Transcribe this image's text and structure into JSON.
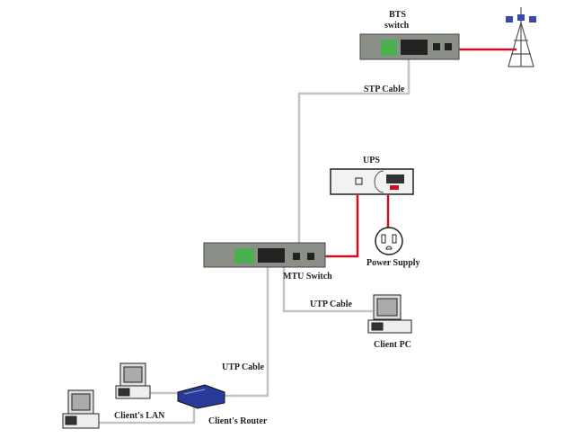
{
  "nodes": {
    "bts_switch": {
      "label_line1": "BTS",
      "label_line2": "switch"
    },
    "ups": {
      "label": "UPS"
    },
    "power_supply": {
      "label": "Power Supply"
    },
    "mtu_switch": {
      "label": "MTU Switch"
    },
    "client_pc": {
      "label": "Client PC"
    },
    "client_router": {
      "label": "Client's Router"
    },
    "client_lan": {
      "label": "Client's LAN"
    }
  },
  "links": {
    "stp_cable": {
      "label": "STP Cable"
    },
    "utp_cable_pc": {
      "label": "UTP Cable"
    },
    "utp_cable_router": {
      "label": "UTP Cable"
    }
  },
  "colors": {
    "data_cable": "#c0c0c0",
    "power_cable": "#d01020",
    "switch_body": "#8a9088",
    "router_body": "#2a3a9a"
  }
}
